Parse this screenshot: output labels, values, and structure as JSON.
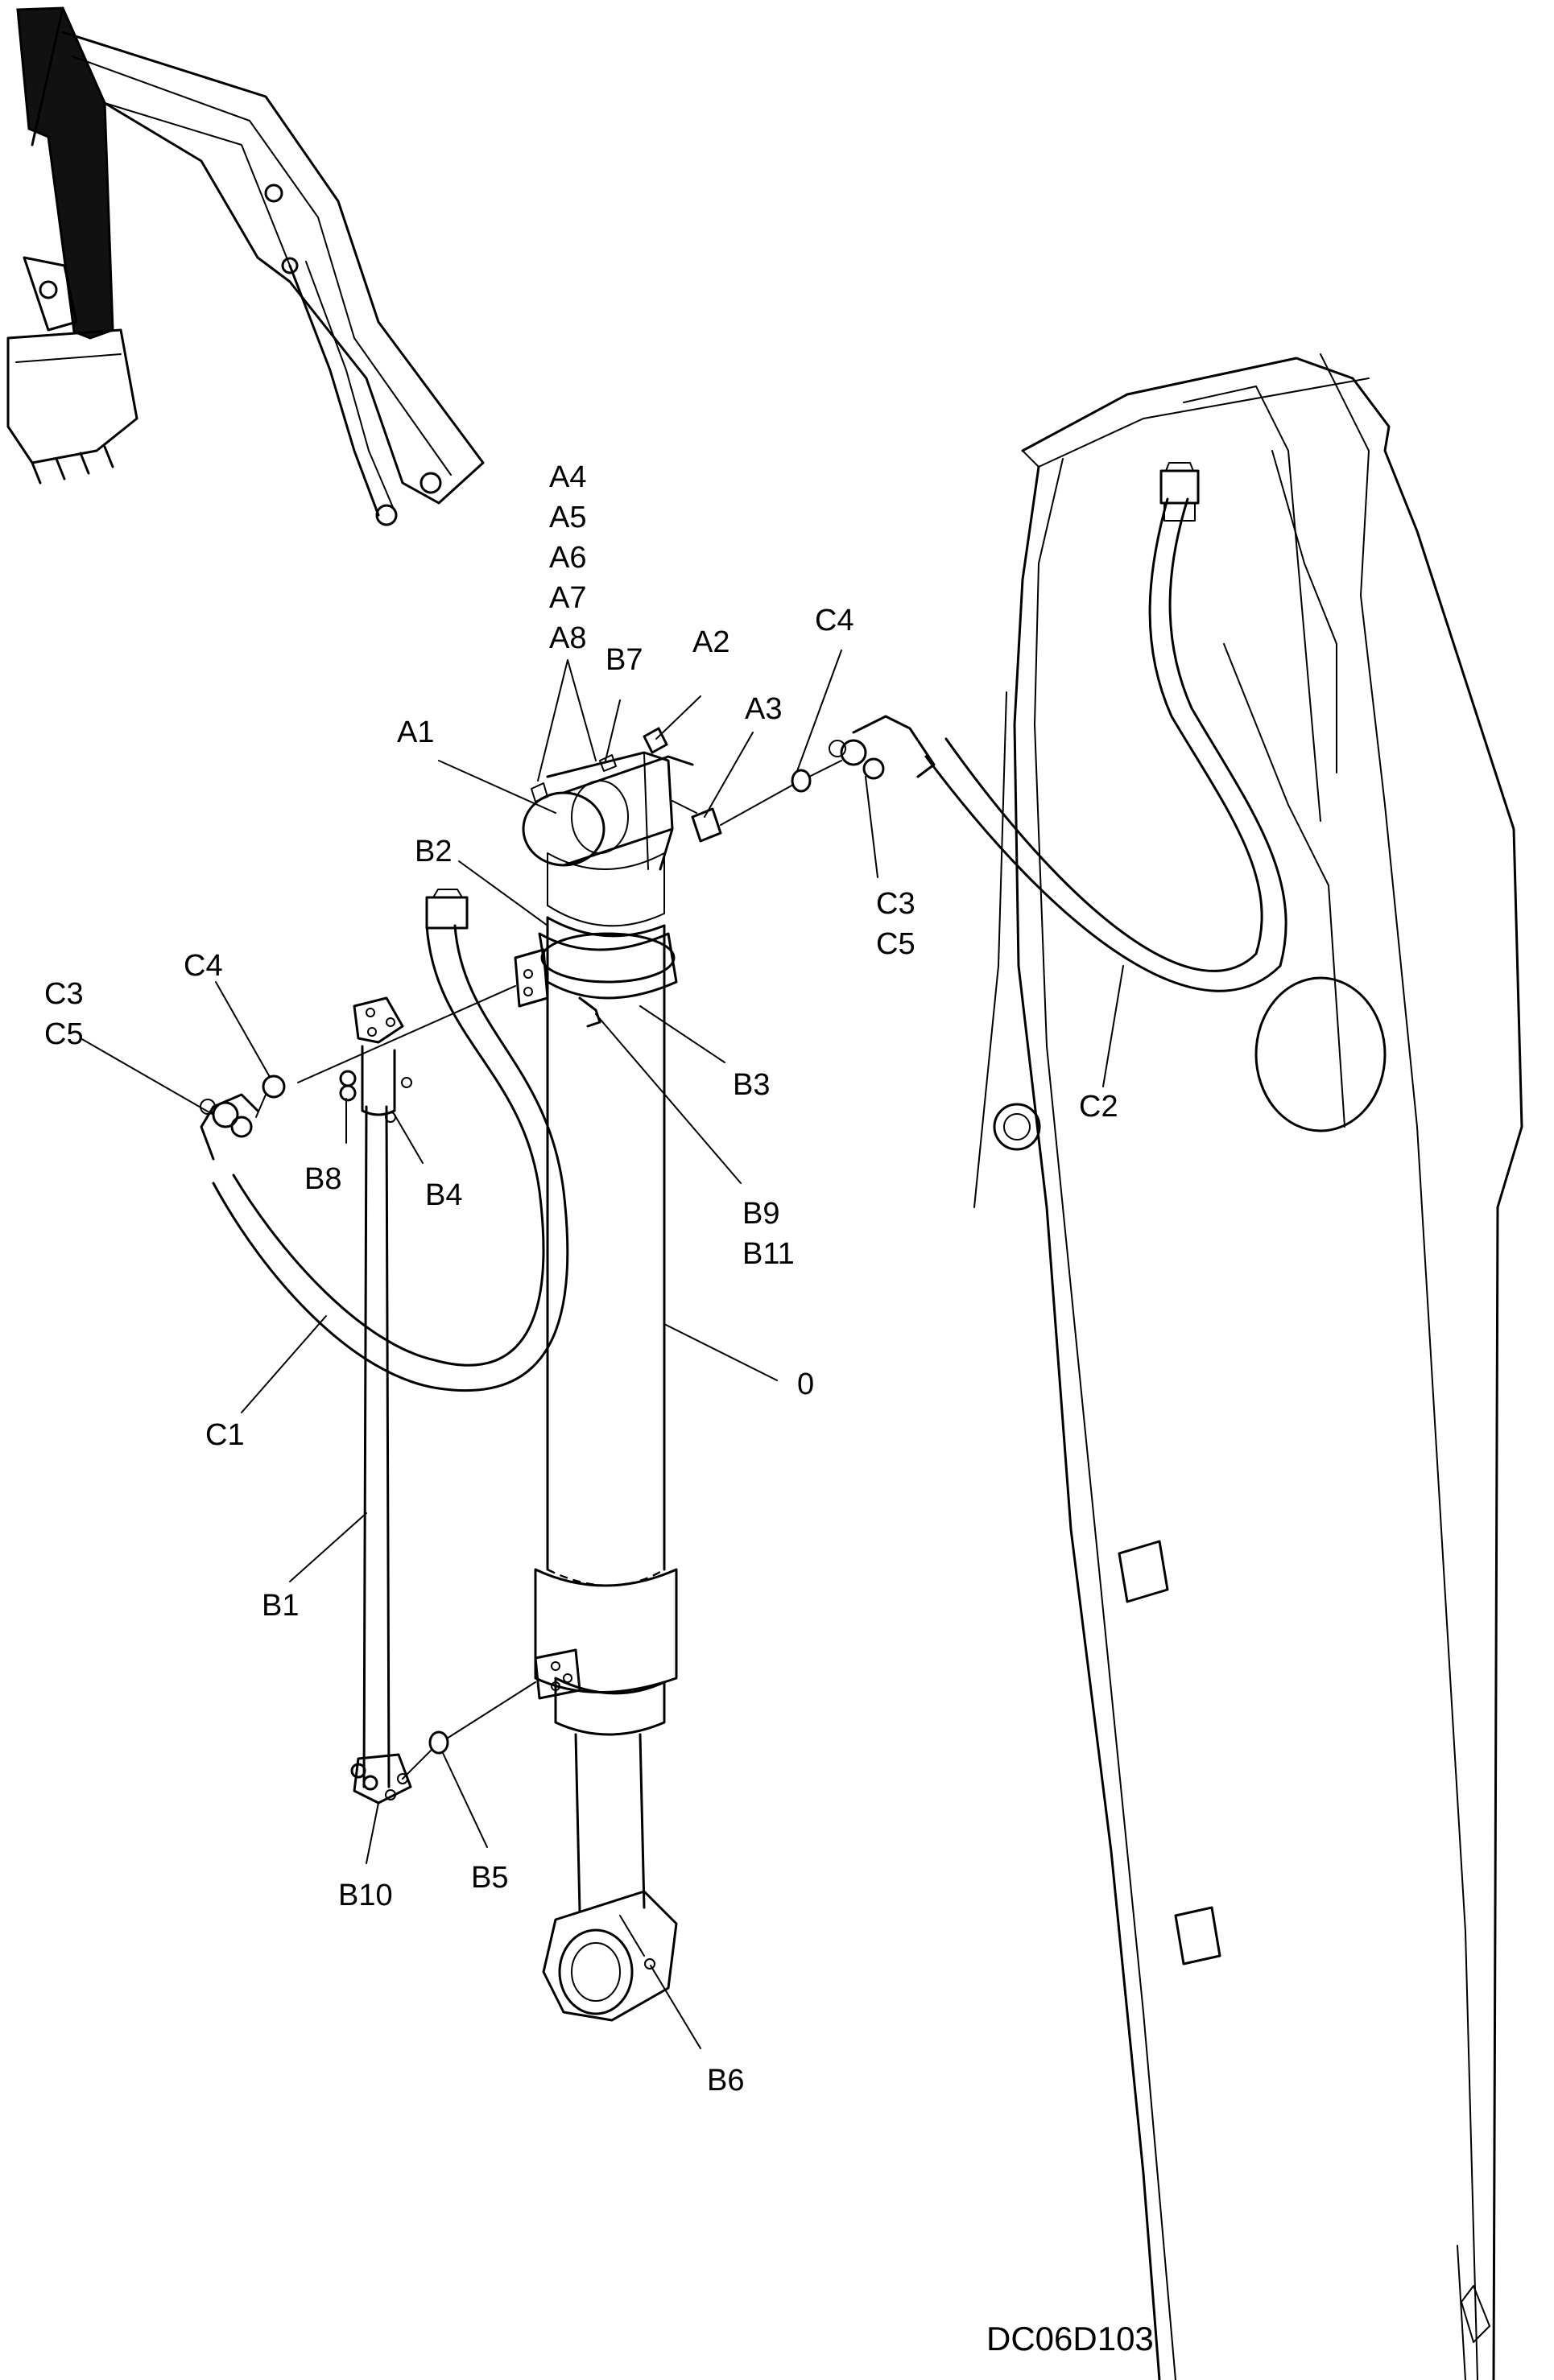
{
  "labels": {
    "a4": "A4",
    "a5": "A5",
    "a6": "A6",
    "a7": "A7",
    "a8": "A8",
    "b7": "B7",
    "a2": "A2",
    "a3": "A3",
    "a1": "A1",
    "c4_top": "C4",
    "b2": "B2",
    "c3_right": "C3",
    "c5_right": "C5",
    "c4_left": "C4",
    "c3_left": "C3",
    "c5_left": "C5",
    "b3": "B3",
    "b8": "B8",
    "b4": "B4",
    "c2": "C2",
    "b9": "B9",
    "b11": "B11",
    "zero": "0",
    "c1": "C1",
    "b1": "B1",
    "b10": "B10",
    "b5": "B5",
    "b6": "B6"
  },
  "drawing_code": "DC06D103"
}
